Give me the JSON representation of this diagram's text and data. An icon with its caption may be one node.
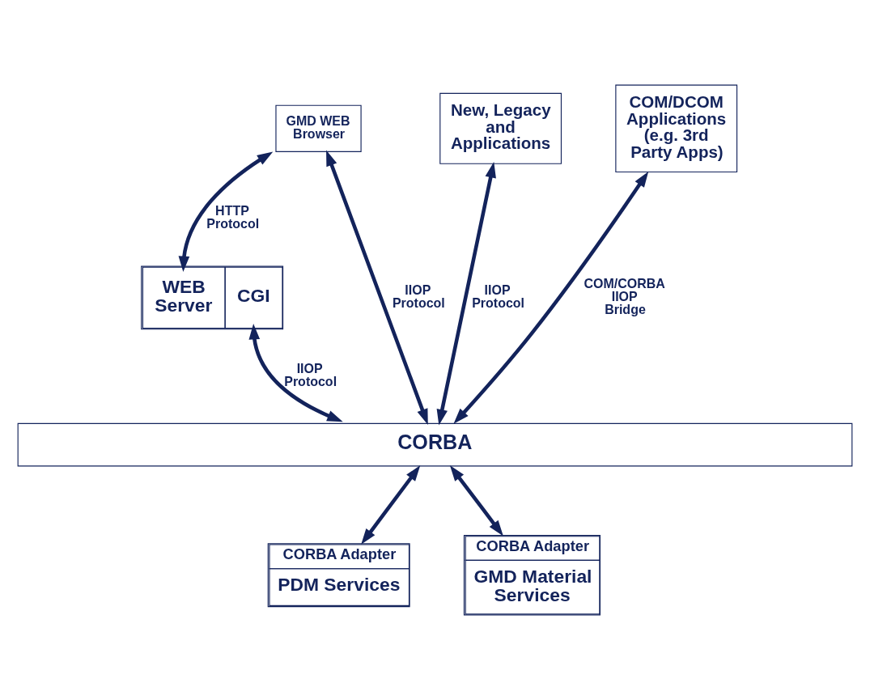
{
  "diagram": {
    "nodes": [
      {
        "text": [
          "GMD WEB Browser"
        ]
      },
      {
        "text": [
          "WEB Server",
          "CGI"
        ]
      },
      {
        "text": [
          "New, Legacy and Applications"
        ]
      },
      {
        "text": [
          "COM/DCOM Applications (e.g. 3rd Party Apps)"
        ]
      },
      {
        "text": [
          "CORBA"
        ]
      },
      {
        "text": [
          "CORBA Adapter",
          "PDM Services"
        ]
      },
      {
        "text": [
          "CORBA Adapter",
          "GMD Material Services"
        ]
      }
    ],
    "edges": [
      {
        "from": 0,
        "to": 1,
        "arrow": "both",
        "label": "HTTP Protocol"
      },
      {
        "from": 1,
        "to": 4,
        "arrow": "both",
        "label": "IIOP Protocol"
      },
      {
        "from": 4,
        "to": 0,
        "arrow": "both",
        "label": "IIOP Protocol"
      },
      {
        "from": 2,
        "to": 4,
        "arrow": "both",
        "label": "IIOP Protocol"
      },
      {
        "from": 3,
        "to": 4,
        "arrow": "both",
        "label": "COM/CORBA IIOP Bridge"
      },
      {
        "from": 4,
        "to": 5,
        "arrow": "both"
      },
      {
        "from": 4,
        "to": 6,
        "arrow": "both"
      }
    ]
  }
}
